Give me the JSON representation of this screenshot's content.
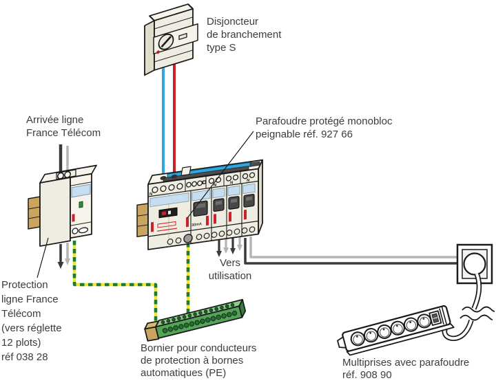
{
  "labels": {
    "disjoncteur": "Disjoncteur\nde branchement\ntype S",
    "arrivee_ligne": "Arrivée ligne\nFrance Télécom",
    "parafoudre": "Parafoudre protégé monobloc\npeignable réf. 927 66",
    "vers_utilisation": "Vers\nutilisation",
    "protection_ligne": "Protection\nligne France\nTélécom\n(vers réglette\n12 plots)\nréf 038 28",
    "bornier": "Bornier pour conducteurs\nde protection à bornes\nautomatiques (PE)",
    "multiprises": "Multiprises avec parafoudre\nréf. 908 90"
  },
  "markings": {
    "neutral": "N",
    "differential_rating": "30mA"
  },
  "colors": {
    "phase-red": "#cc2127",
    "pilot-blue": "#2fa8e1",
    "earth-yellow": "#f4e32c",
    "earth-green": "#1e7b36",
    "gray-light": "#b5b5b5",
    "gray-dark": "#3a3a3a",
    "body-cream": "#efede1",
    "clip-tan": "#c9a55f",
    "bornier-green": "#55a356",
    "label-blue": "#c5def0",
    "indicator-red": "#cc2128",
    "busbar-blue": "#2fa8e1"
  }
}
